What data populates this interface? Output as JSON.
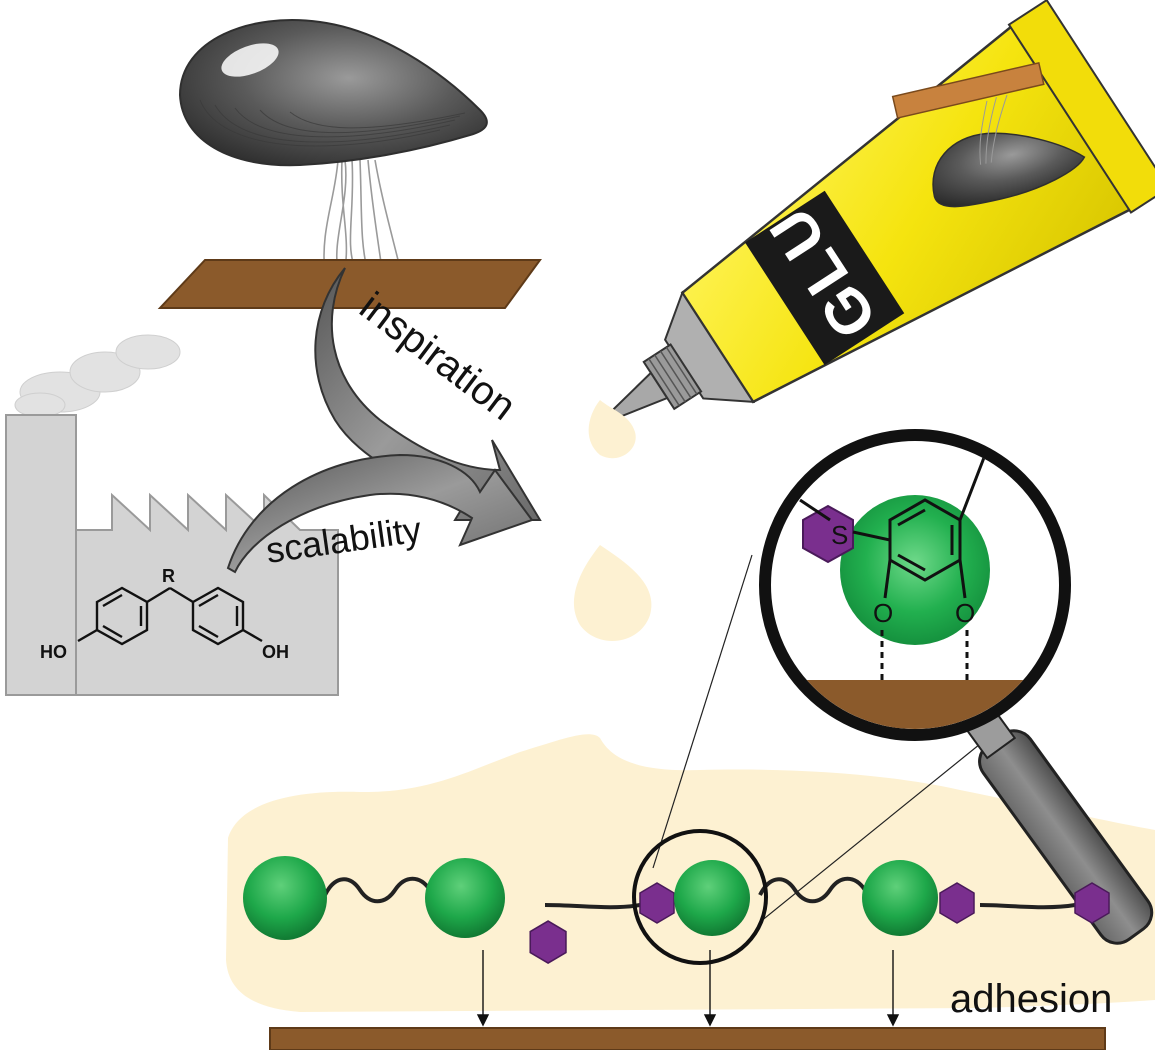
{
  "labels": {
    "inspiration": "inspiration",
    "scalability": "scalability",
    "adhesion": "adhesion",
    "glue": "GLUE"
  },
  "chemistry": {
    "bisphenol_r": "R",
    "bisphenol_ho_left": "HO",
    "bisphenol_oh_right": "OH",
    "catechol_s": "S",
    "catechol_o_left": "O",
    "catechol_o_right": "O"
  },
  "colors": {
    "green_bead": "#1ea84a",
    "purple_hex": "#7a2f8e",
    "substrate_brown": "#8b5a2b",
    "glue_yellow": "#f5e40f",
    "glue_blob": "#fdf1d2",
    "mussel_dark": "#4a4a4a",
    "factory_gray": "#d3d3d3",
    "arrow_gray": "#777777"
  }
}
